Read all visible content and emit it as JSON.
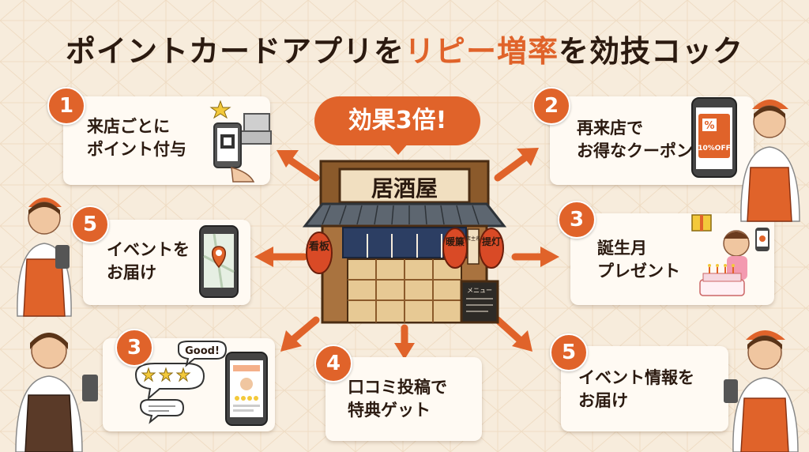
{
  "title": {
    "part1": "ポイントカードアプリを",
    "accent": "リピー増率",
    "part2": "を効技コック"
  },
  "center": {
    "bubble": "効果3倍!",
    "shop_sign": "居酒屋",
    "lantern_left": "看板",
    "lantern_right1": "暖簾",
    "lantern_right2": "提灯",
    "lantern_small": "店主名",
    "menu_board": "メニュー"
  },
  "cards": [
    {
      "number": "1",
      "line1": "来店ごとに",
      "line2": "ポイント付与"
    },
    {
      "number": "5",
      "line1": "イベントを",
      "line2": "お届け"
    },
    {
      "number": "3",
      "line1": "",
      "line2": ""
    },
    {
      "number": "4",
      "line1": "口コミ投稿で",
      "line2": "特典ゲット"
    },
    {
      "number": "2",
      "line1": "再来店で",
      "line2": "お得なクーポン"
    },
    {
      "number": "3",
      "line1": "誕生月",
      "line2": "プレゼント"
    },
    {
      "number": "5",
      "line1": "イベント情報を",
      "line2": "お届け"
    }
  ],
  "icons": {
    "review_speech": "Good!",
    "coupon_text": "10%OFF",
    "coupon_percent": "%"
  },
  "colors": {
    "accent": "#e0632a",
    "background": "#f7ecdc",
    "card": "#fffaf3",
    "text": "#2b1a10"
  }
}
